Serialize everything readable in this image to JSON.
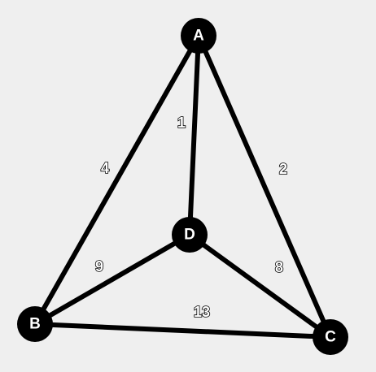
{
  "graph": {
    "nodes": [
      {
        "id": "A",
        "label": "A"
      },
      {
        "id": "B",
        "label": "B"
      },
      {
        "id": "C",
        "label": "C"
      },
      {
        "id": "D",
        "label": "D"
      }
    ],
    "edges": [
      {
        "from": "A",
        "to": "B",
        "weight": "4"
      },
      {
        "from": "A",
        "to": "C",
        "weight": "2"
      },
      {
        "from": "A",
        "to": "D",
        "weight": "1"
      },
      {
        "from": "B",
        "to": "D",
        "weight": "9"
      },
      {
        "from": "C",
        "to": "D",
        "weight": "8"
      },
      {
        "from": "B",
        "to": "C",
        "weight": "13"
      }
    ]
  },
  "colors": {
    "background": "#efefef",
    "node_fill": "#000000",
    "node_text": "#ffffff",
    "edge": "#000000"
  }
}
